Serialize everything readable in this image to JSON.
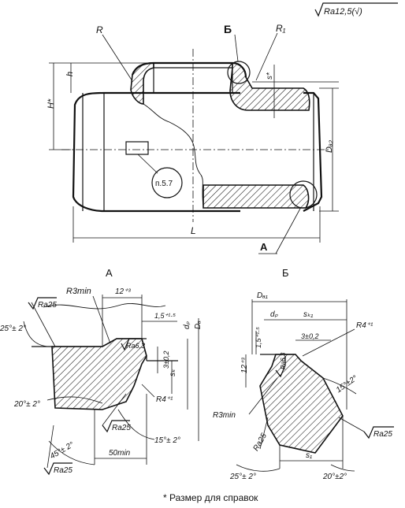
{
  "roughness_symbol": "Ra12,5(√)",
  "main_view": {
    "label_R": "R",
    "label_B": "Б",
    "label_R1": "R₁",
    "label_h": "h",
    "label_H": "H*",
    "label_s_star": "s*",
    "label_Da2": "Dₐ₂",
    "label_L": "L",
    "label_A": "А",
    "ref_note": "п.5.7"
  },
  "detail_A": {
    "title": "А",
    "r3min": "R3min",
    "dim_12": "12⁺³",
    "dim_1_5": "1,5⁺¹·⁵",
    "dp": "dₚ",
    "Da": "Dₐ",
    "ra25_top": "Ra25",
    "angle_25": "25°± 2°",
    "ra63": "Ra6,3",
    "dim_3": "3±0,2",
    "sk": "sₖ",
    "angle_20": "20°± 2°",
    "r4": "R4⁺¹",
    "ra25_mid": "Ra25",
    "angle_15": "15°± 2°",
    "angle_45": "45°± 2°",
    "dim_50": "50min",
    "ra25_bottom": "Ra25"
  },
  "detail_B": {
    "title": "Б",
    "Da1": "Dₐ₁",
    "dp": "dₚ",
    "sk1": "sₖ₁",
    "dim_1_5": "1,5⁺¹·⁵",
    "dim_3": "3±0,2",
    "r4": "R4⁺¹",
    "dim_12": "12⁺³",
    "ra63": "Ra6,3",
    "angle_15": "15°±2°",
    "r3min": "R3min",
    "ra25_right": "Ra25",
    "ra25_left": "Ra25",
    "s1": "s₁",
    "angle_25": "25°± 2°",
    "angle_20": "20°±2°"
  },
  "footnote": "* Размер для справок"
}
